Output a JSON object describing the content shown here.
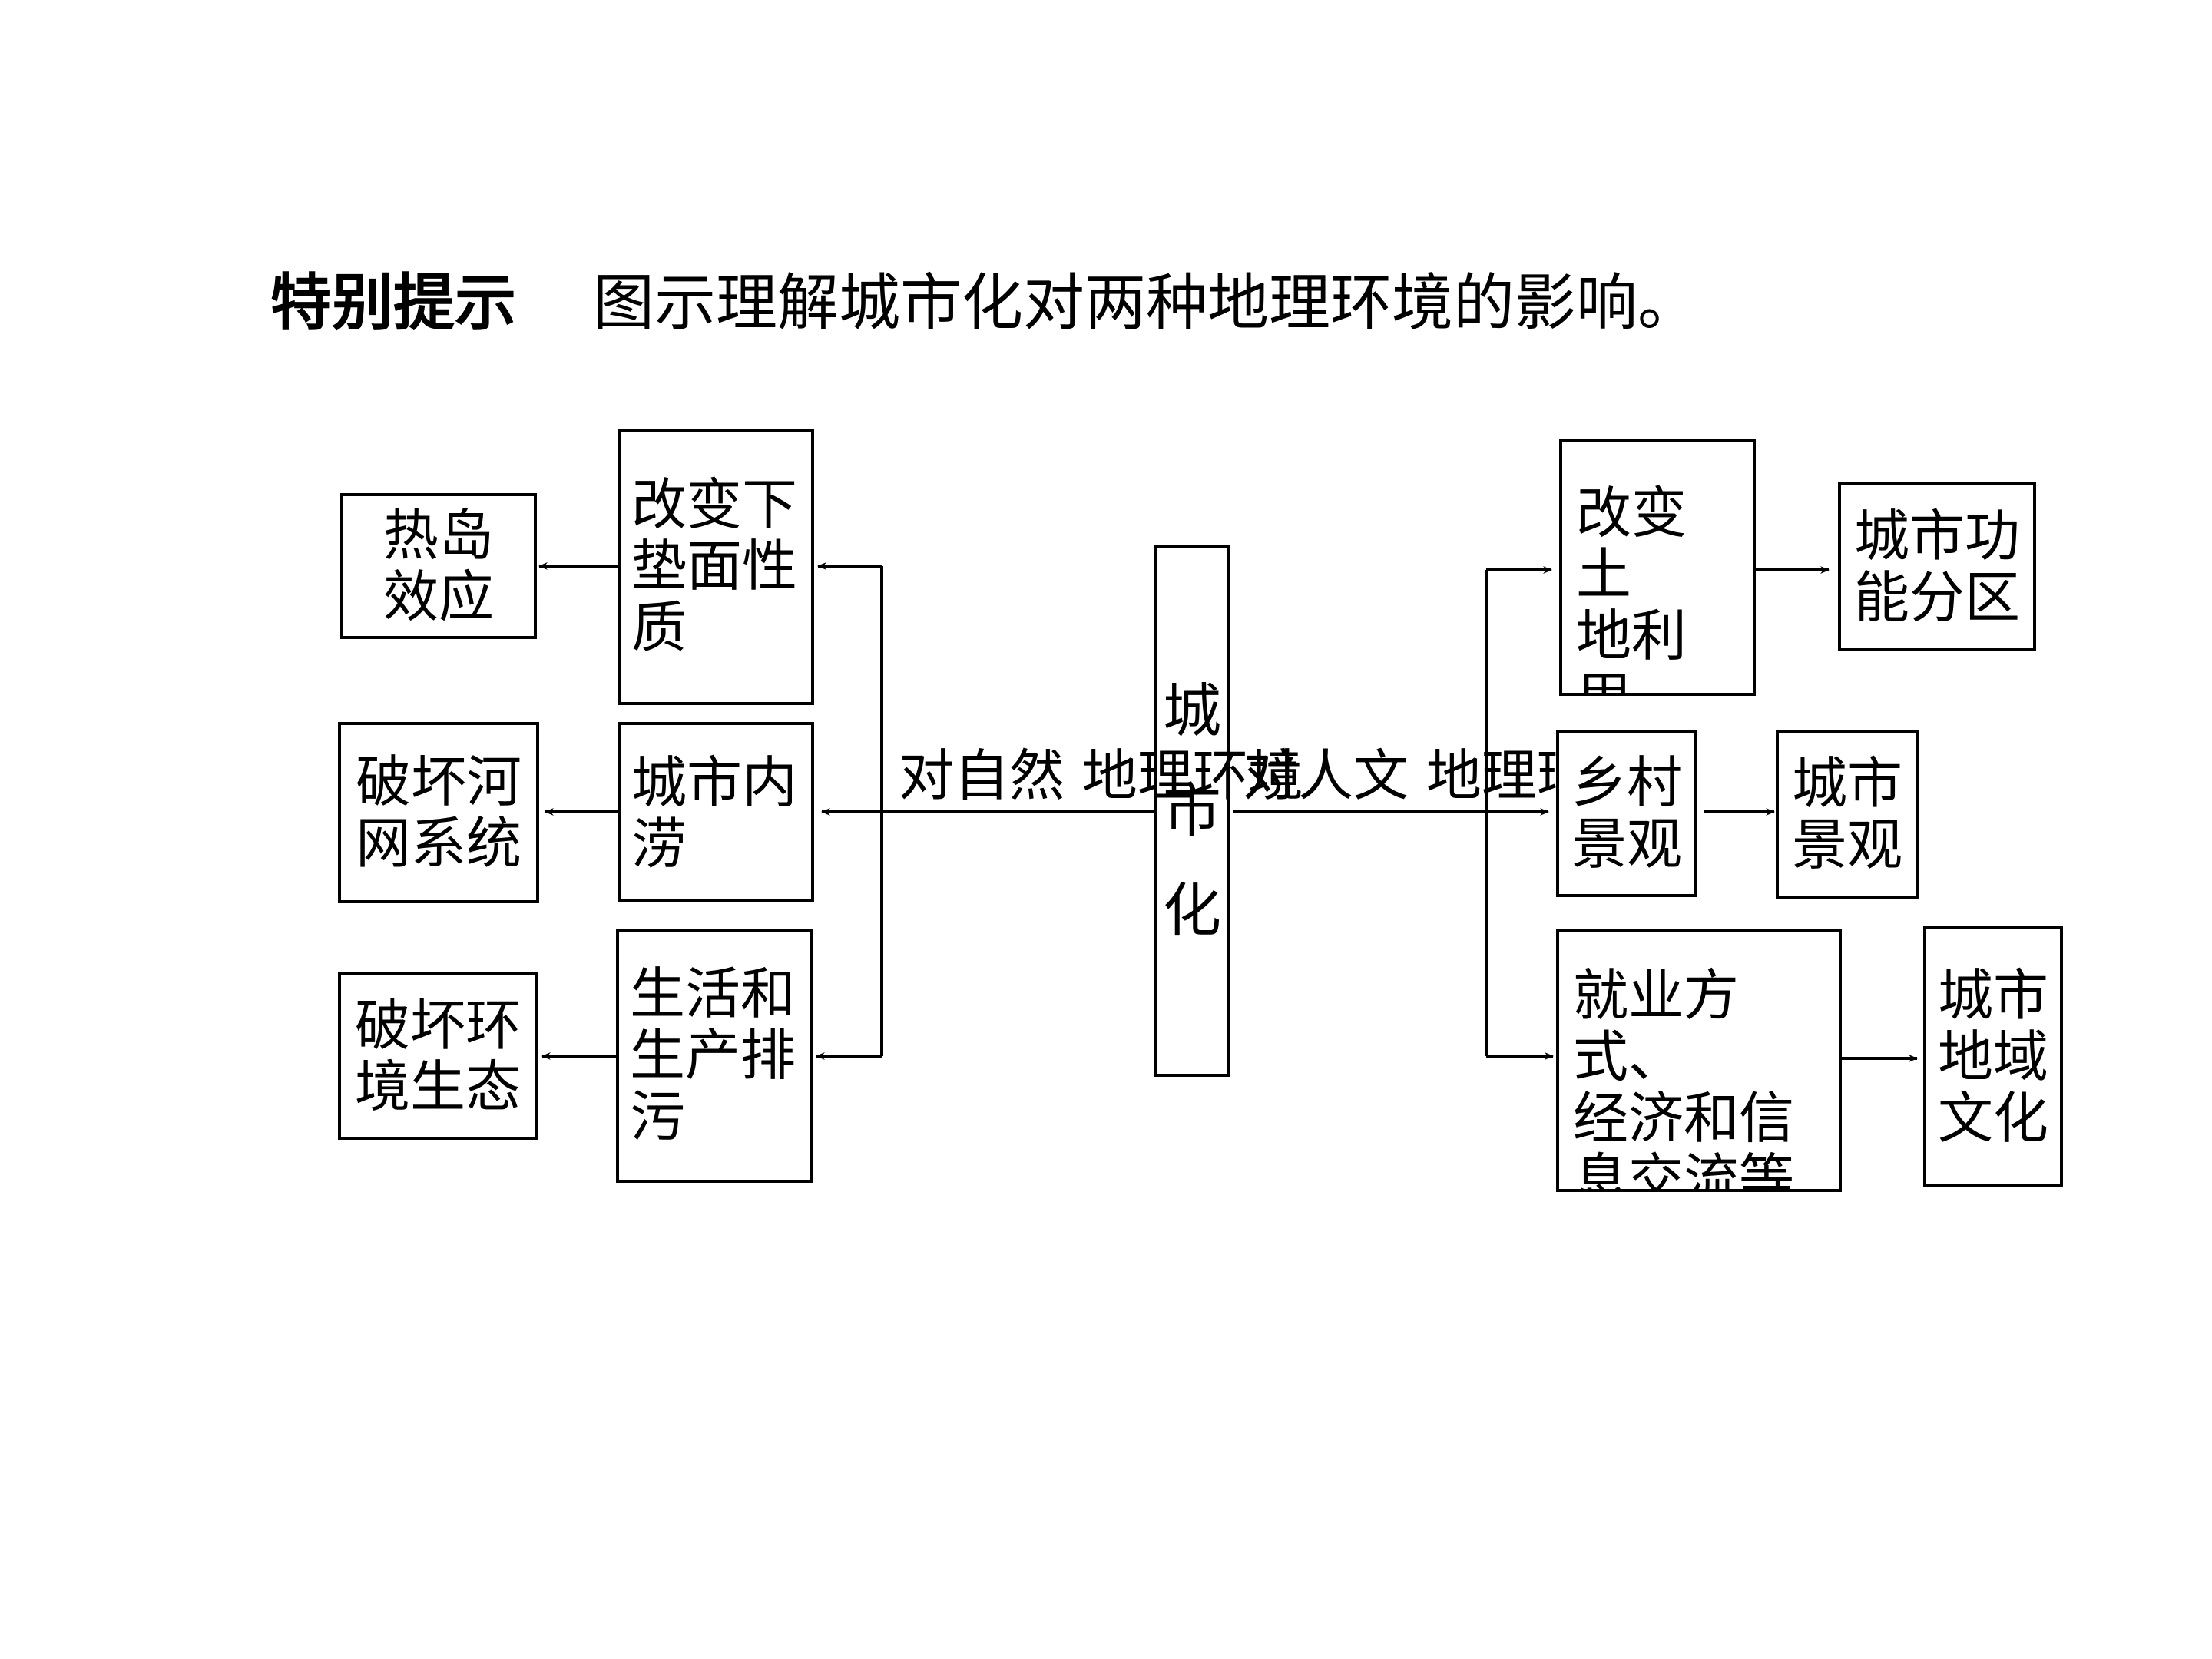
{
  "header": {
    "label": "特别提示",
    "text": "图示理解城市化对两种地理环境的影响。"
  },
  "center": {
    "label": "城\n市\n化"
  },
  "edge_labels": {
    "natural": "对自然\n地理环境",
    "human": "对人文\n地理环境"
  },
  "natural": {
    "causes": [
      "改变下\n垫面性\n质",
      "城市内\n涝",
      "生活和\n生产排\n污"
    ],
    "effects": [
      "热岛\n效应",
      "破坏河\n网系统",
      "破坏环\n境生态"
    ]
  },
  "human": {
    "causes": [
      "改变土\n地利用\n方式",
      "乡村\n景观",
      "就业方式、\n经济和信\n息交流等"
    ],
    "effects": [
      "城市功\n能分区",
      "城市\n景观",
      "城市\n地域\n文化"
    ]
  }
}
